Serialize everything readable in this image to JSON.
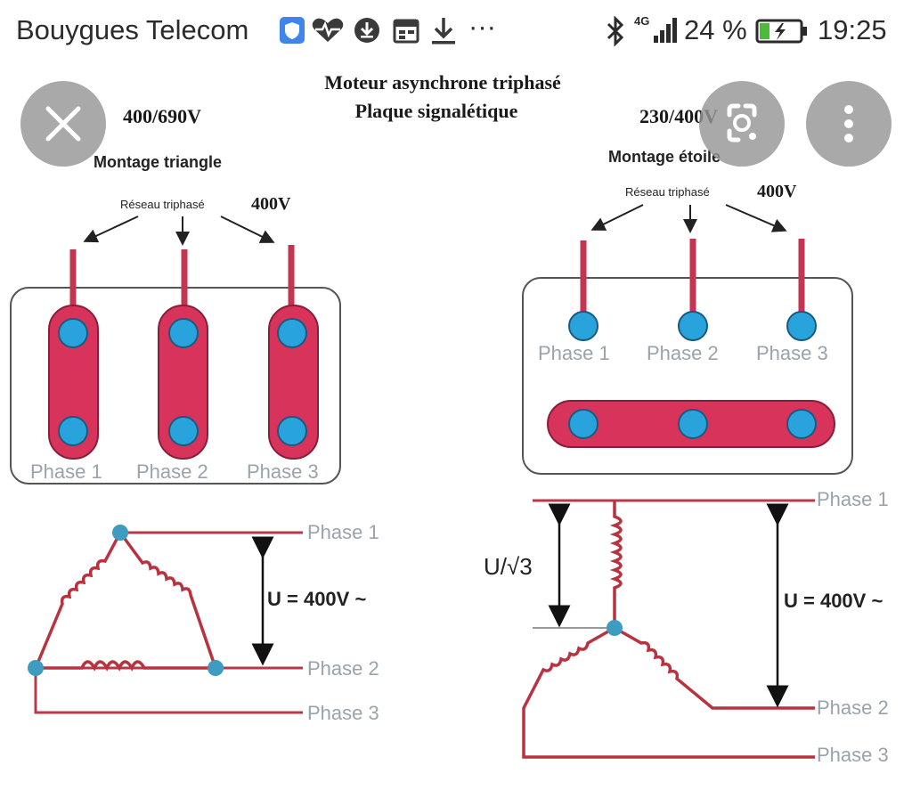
{
  "status_bar": {
    "carrier": "Bouygues Telecom",
    "network_type": "4G",
    "battery_percent": "24 %",
    "battery_level": 0.24,
    "time": "19:25",
    "overflow": "···",
    "icons": [
      "shield-icon",
      "heart-pulse-icon",
      "download-circle-icon",
      "calendar-icon",
      "download-icon",
      "bluetooth-icon",
      "signal-icon",
      "battery-charging-icon"
    ]
  },
  "viewer": {
    "close_icon": "close-icon",
    "lens_icon": "lens-search-icon",
    "menu_icon": "more-vert-icon"
  },
  "diagram": {
    "title": "Moteur asynchrone triphasé",
    "subtitle": "Plaque signalétique",
    "left": {
      "voltage": "400/690V",
      "mount": "Montage triangle",
      "network": "Réseau triphasé",
      "network_voltage": "400V",
      "phase1": "Phase 1",
      "phase2": "Phase 2",
      "phase3": "Phase 3",
      "u_label": "U = 400V ~"
    },
    "right": {
      "voltage": "230/400V",
      "mount": "Montage étoile",
      "network": "Réseau triphasé",
      "network_voltage": "400V",
      "phase1": "Phase 1",
      "phase2": "Phase 2",
      "phase3": "Phase 3",
      "u_label": "U = 400V ~",
      "u_sqrt_label": "U/√3"
    },
    "colors": {
      "bar": "#d8335a",
      "terminal": "#29a3dc",
      "wire": "#b83a4a",
      "coil": "#b8333f",
      "node": "#3d9cc0"
    }
  }
}
